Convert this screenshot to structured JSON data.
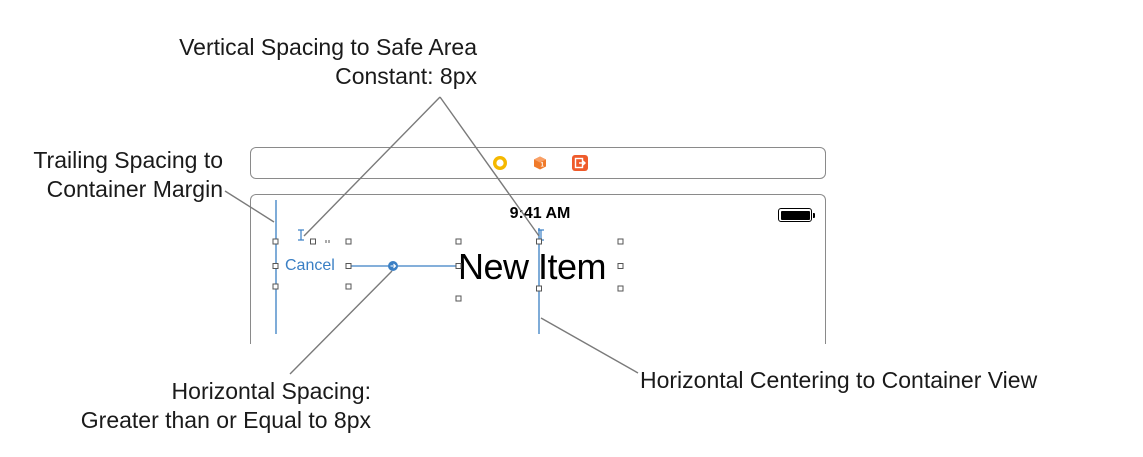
{
  "annotations": {
    "vertical_spacing": {
      "line1": "Vertical Spacing to Safe Area",
      "line2": "Constant: 8px"
    },
    "trailing_spacing": {
      "line1": "Trailing Spacing to",
      "line2": "Container Margin"
    },
    "horizontal_spacing": {
      "line1": "Horizontal Spacing:",
      "line2": "Greater than or Equal to 8px"
    },
    "horizontal_centering": {
      "line1": "Horizontal Centering to Container View"
    }
  },
  "scene_bar": {
    "icons": [
      "first-responder-icon",
      "object-icon",
      "exit-icon"
    ],
    "colors": {
      "first_responder": "#f5b800",
      "object": "#f07a2a",
      "exit": "#ef5b2b"
    }
  },
  "device": {
    "status_time": "9:41 AM",
    "battery_icon": "battery-icon"
  },
  "nav_bar": {
    "cancel_label": "Cancel",
    "title": "New Item"
  },
  "colors": {
    "constraint_blue": "#3a7fc4",
    "leader_line": "#7a7a7a",
    "frame_border": "#8a8a8a"
  }
}
